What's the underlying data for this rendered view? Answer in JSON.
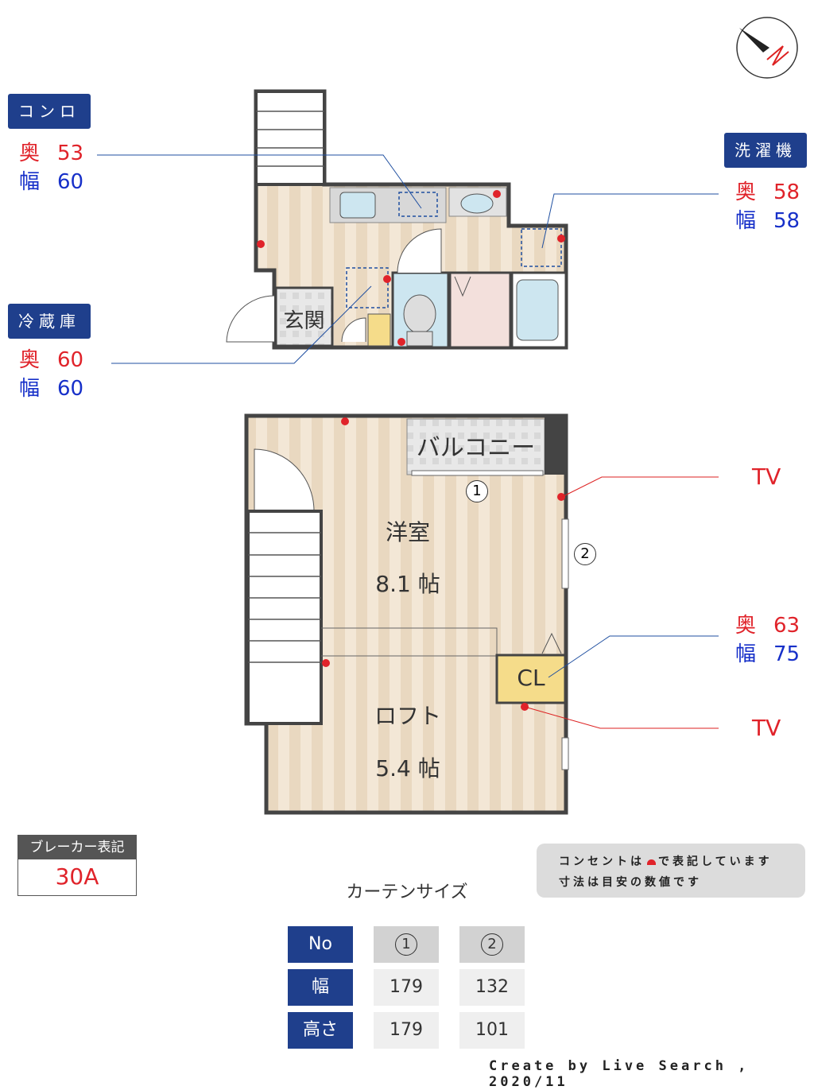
{
  "compass": {
    "label": "N"
  },
  "appliances": [
    {
      "name": "コンロ",
      "depth_label": "奥",
      "depth": "53",
      "width_label": "幅",
      "width": "60"
    },
    {
      "name": "冷蔵庫",
      "depth_label": "奥",
      "depth": "60",
      "width_label": "幅",
      "width": "60"
    },
    {
      "name": "洗濯機",
      "depth_label": "奥",
      "depth": "58",
      "width_label": "幅",
      "width": "58"
    },
    {
      "name": "CL",
      "depth_label": "奥",
      "depth": "63",
      "width_label": "幅",
      "width": "75"
    }
  ],
  "rooms": {
    "entrance": "玄関",
    "balcony": "バルコニー",
    "western": "洋室",
    "western_size": "8.1 帖",
    "loft": "ロフト",
    "loft_size": "5.4 帖",
    "closet": "CL",
    "window1": "1",
    "window2": "2"
  },
  "tv_labels": [
    "TV",
    "TV"
  ],
  "breaker": {
    "title": "ブレーカー表記",
    "value": "30A"
  },
  "notes": [
    "コンセントは",
    "で表記しています",
    "寸法は目安の数値です"
  ],
  "curtain": {
    "title": "カーテンサイズ",
    "headers": [
      "No",
      "1",
      "2"
    ],
    "rows": [
      {
        "label": "幅",
        "values": [
          "179",
          "132"
        ]
      },
      {
        "label": "高さ",
        "values": [
          "179",
          "101"
        ]
      }
    ]
  },
  "credit": "Create by Live Search , 2020/11",
  "colors": {
    "accent": "#1f3f8c",
    "outlet": "#e0232a"
  }
}
